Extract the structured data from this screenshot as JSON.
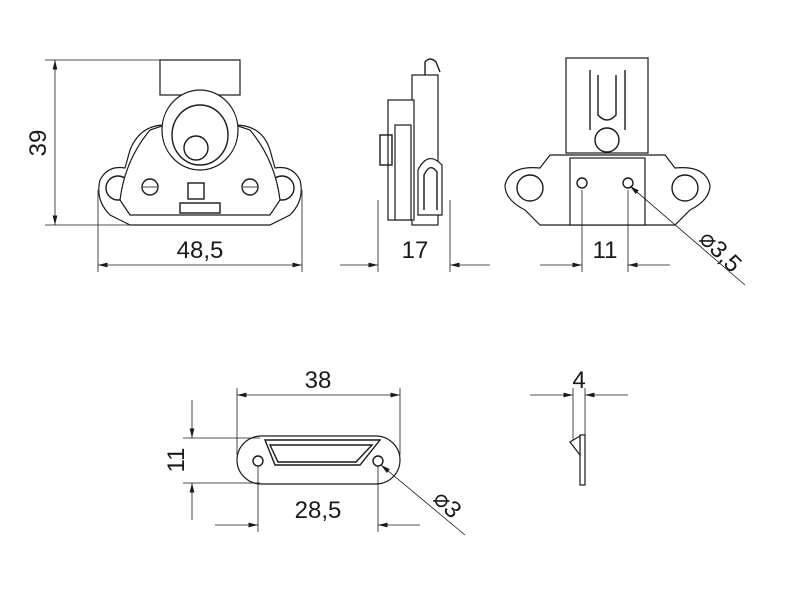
{
  "drawing": {
    "front_view": {
      "height_label": "39",
      "width_label": "48,5"
    },
    "side_view": {
      "depth_label": "17"
    },
    "rear_view": {
      "hole_spacing_label": "11",
      "hole_diameter_label": "⌀3,5"
    },
    "strike_plate": {
      "length_label": "38",
      "height_label": "11",
      "hole_spacing_label": "28,5",
      "hole_diameter_label": "⌀3"
    },
    "strike_side": {
      "thickness_label": "4"
    }
  }
}
